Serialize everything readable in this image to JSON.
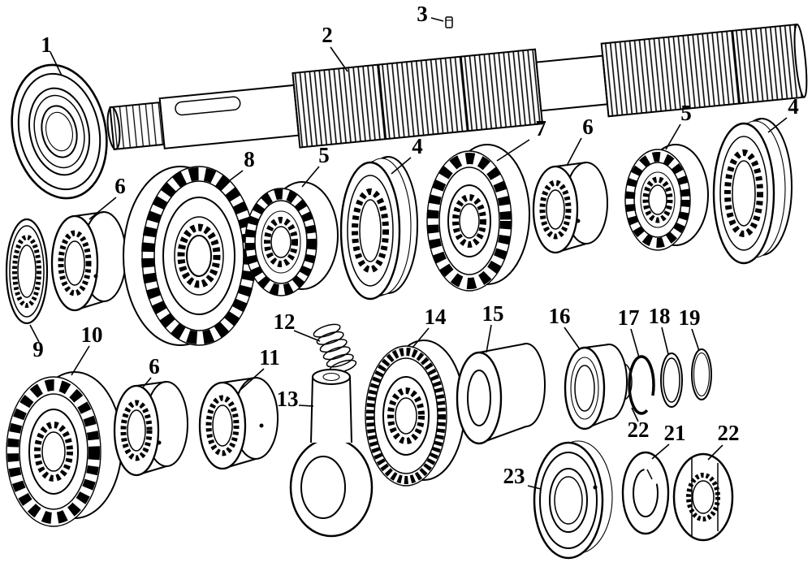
{
  "figure": {
    "colors": {
      "ink": "#000000",
      "background": "#ffffff"
    }
  },
  "callouts": [
    {
      "label": "1"
    },
    {
      "label": "2"
    },
    {
      "label": "3"
    },
    {
      "label": "8"
    },
    {
      "label": "5"
    },
    {
      "label": "4"
    },
    {
      "label": "7"
    },
    {
      "label": "6"
    },
    {
      "label": "5"
    },
    {
      "label": "4"
    },
    {
      "label": "6"
    },
    {
      "label": "9"
    },
    {
      "label": "10"
    },
    {
      "label": "6"
    },
    {
      "label": "11"
    },
    {
      "label": "12"
    },
    {
      "label": "13"
    },
    {
      "label": "14"
    },
    {
      "label": "15"
    },
    {
      "label": "16"
    },
    {
      "label": "17"
    },
    {
      "label": "18"
    },
    {
      "label": "19"
    },
    {
      "label": "22"
    },
    {
      "label": "21"
    },
    {
      "label": "22"
    },
    {
      "label": "23"
    }
  ]
}
